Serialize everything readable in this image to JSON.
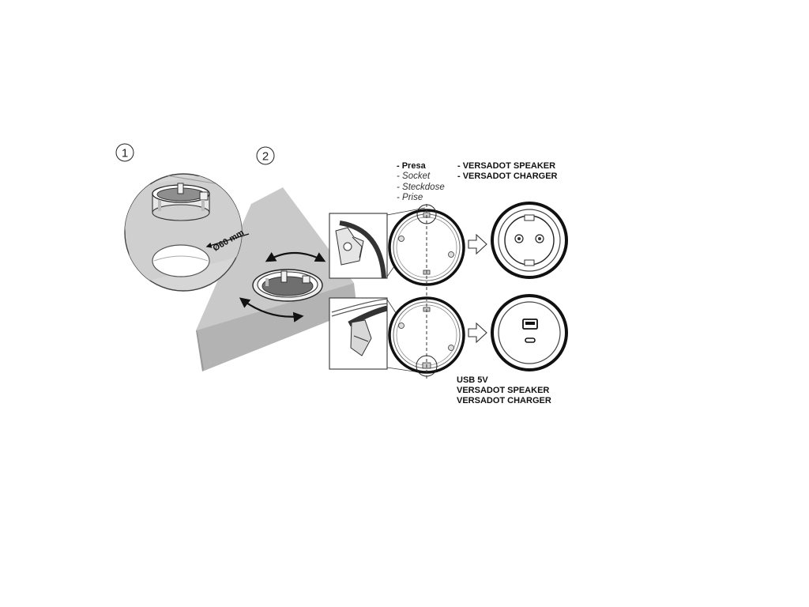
{
  "steps": {
    "one": "1",
    "two": "2"
  },
  "dimension": "Ø60 mm",
  "socket_labels": {
    "presa": "- Presa",
    "socket": "- Socket",
    "steckdose": "- Steckdose",
    "prise": "- Prise"
  },
  "top_products": {
    "speaker": "- VERSADOT SPEAKER",
    "charger": "- VERSADOT CHARGER"
  },
  "bottom_products": {
    "usb": "USB 5V",
    "speaker": "VERSADOT SPEAKER",
    "charger": "VERSADOT CHARGER"
  }
}
